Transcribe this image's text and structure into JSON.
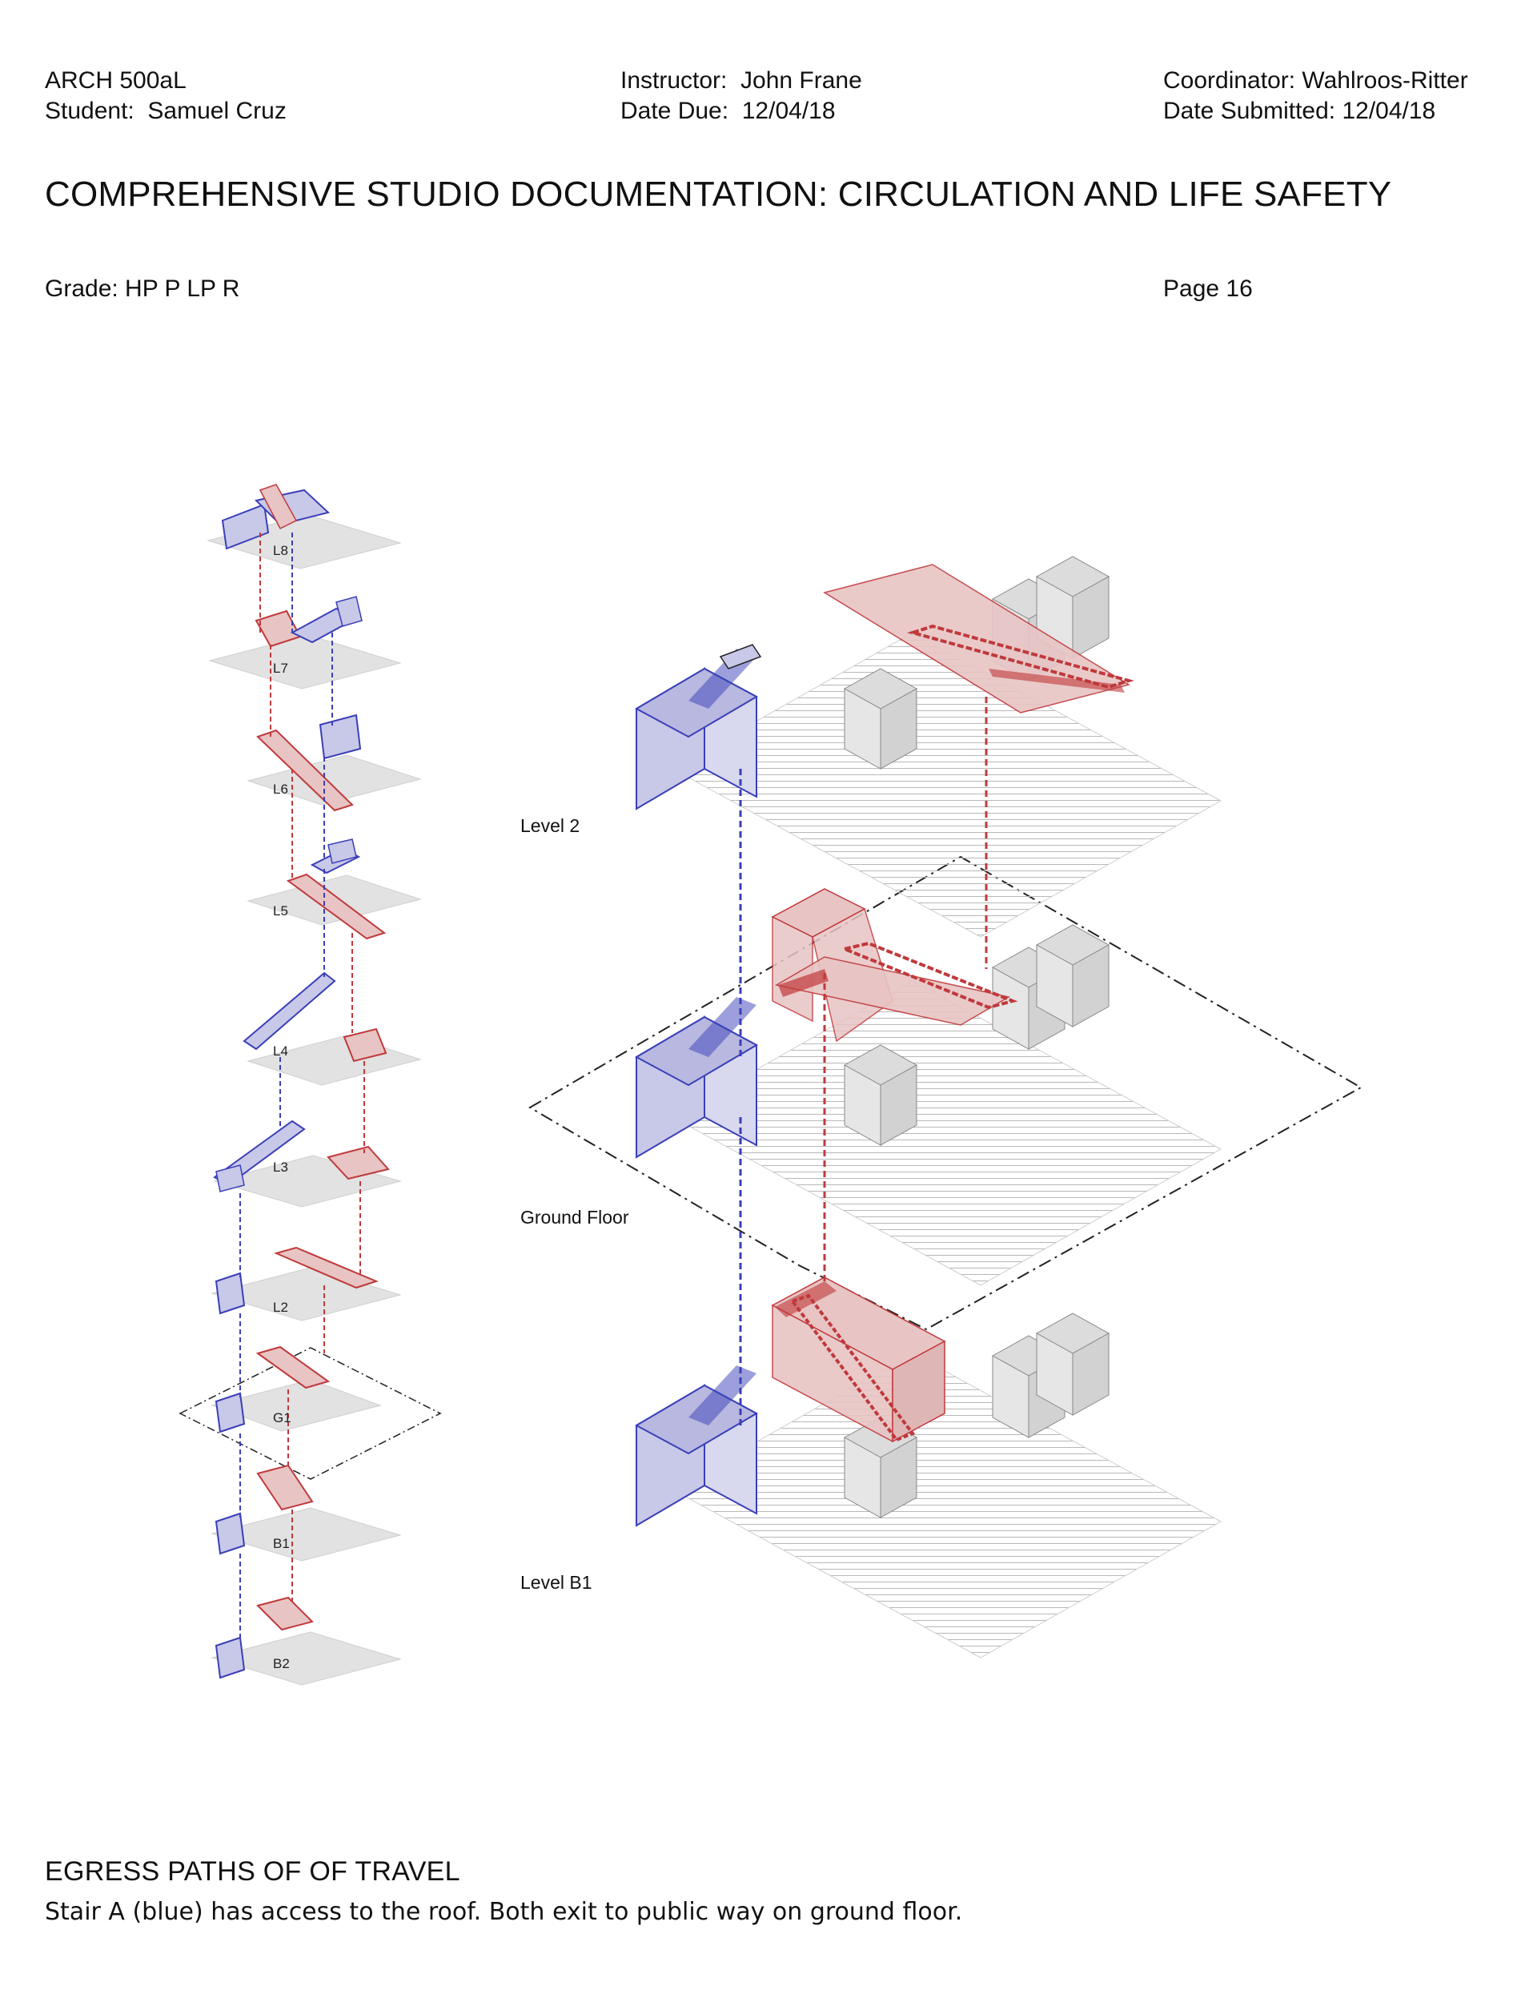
{
  "header": {
    "course": "ARCH 500aL",
    "student": "Student:  Samuel Cruz",
    "instructor": "Instructor:  John Frane",
    "date_due": "Date Due:  12/04/18",
    "coordinator": "Coordinator: Wahlroos-Ritter",
    "date_submitted": "Date Submitted: 12/04/18"
  },
  "title": "COMPREHENSIVE STUDIO DOCUMENTATION: CIRCULATION AND LIFE SAFETY",
  "grade": "Grade: HP P LP R",
  "page": "Page 16",
  "small_levels": [
    "L8",
    "L7",
    "L6",
    "L5",
    "L4",
    "L3",
    "L2",
    "G1",
    "B1",
    "B2"
  ],
  "big_levels": [
    "Level 2",
    "Ground Floor",
    "Level B1"
  ],
  "legend": {
    "stair_a_color": "#3a3fb8",
    "stair_b_color": "#c0393b",
    "stair_a_fill": "#c8c8e8",
    "stair_b_fill": "#e8c4c4",
    "floor_fill": "#e2e2e2"
  },
  "footer": {
    "heading": "EGRESS PATHS OF OF TRAVEL",
    "body": "Stair A (blue) has access to the roof. Both exit to public way on ground floor."
  }
}
